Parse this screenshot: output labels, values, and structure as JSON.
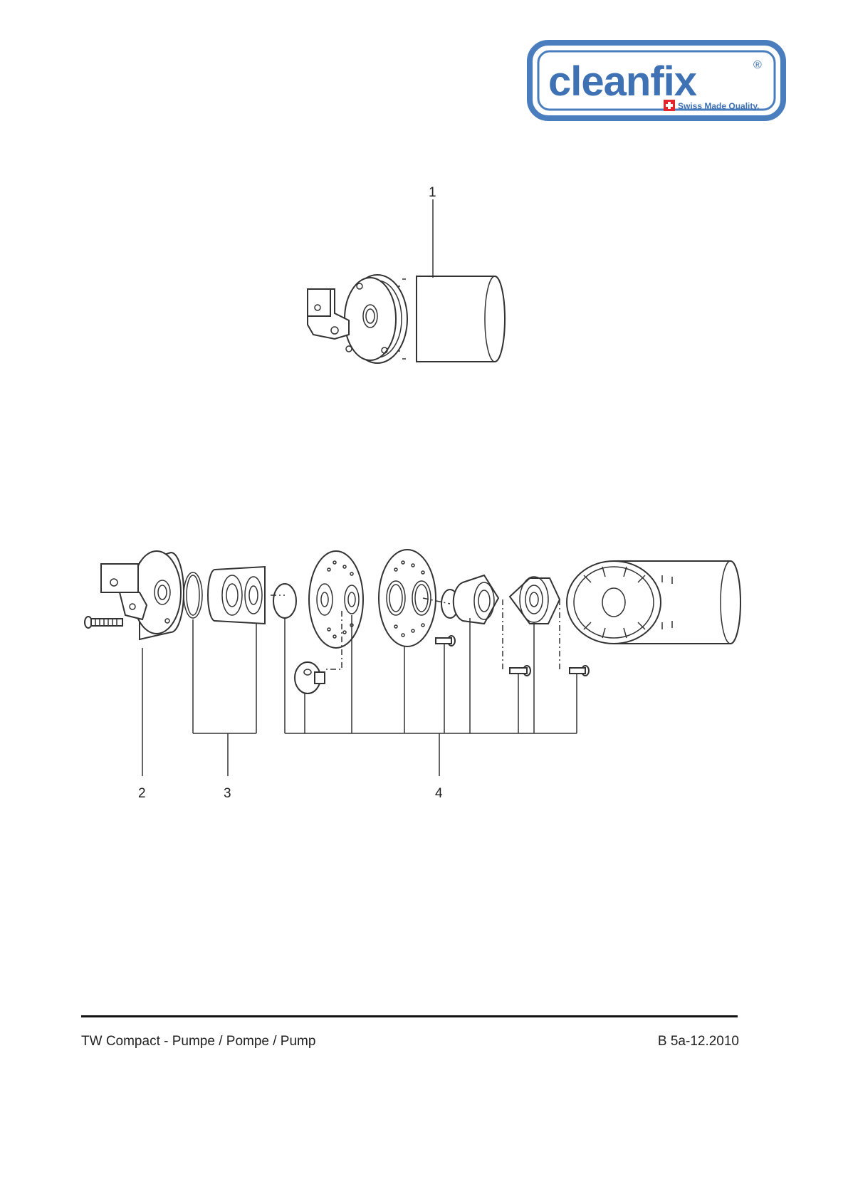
{
  "logo": {
    "brand": "cleanfix",
    "registered": "®",
    "tagline": "Swiss Made Quality.",
    "colors": {
      "frame": "#4a7dbd",
      "text": "#3e72b4",
      "flag": "#e3262b"
    }
  },
  "callouts": [
    "1",
    "2",
    "3",
    "4"
  ],
  "footer": {
    "title": "TW Compact - Pumpe / Pompe / Pump",
    "code": "B 5a-12.2010"
  }
}
